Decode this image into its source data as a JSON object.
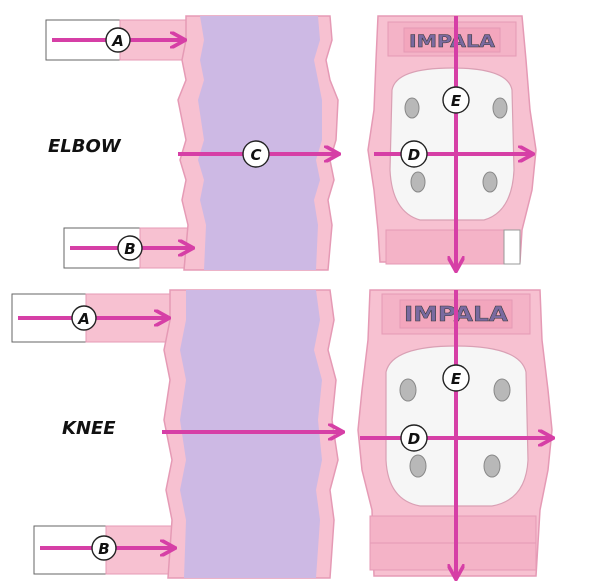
{
  "brand": "IMPALA",
  "sections": {
    "elbow": "ELBOW",
    "knee": "KNEE"
  },
  "markers": {
    "strap_top": "A",
    "strap_bottom": "B",
    "sleeve_width": "C",
    "pad_width": "D",
    "pad_height": "E"
  },
  "colors": {
    "arrow": "#d63fa6",
    "pad_pink": "#f7c1d1",
    "pad_outline": "#e59ab5",
    "sleeve_lavender": "#cdb9e4",
    "cap_white": "#f6f6f6",
    "hole_gray": "#b3b3b3"
  }
}
